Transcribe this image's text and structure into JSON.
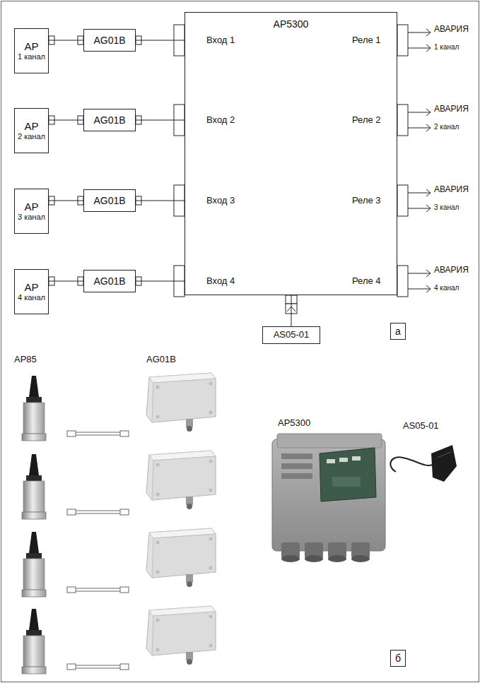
{
  "diagram": {
    "nodes": [
      {
        "text": [
          "AP",
          "1 канал"
        ]
      },
      {
        "text": [
          "AG01B"
        ]
      },
      {
        "text": [
          "AP5300",
          "Вход 1",
          "Реле 1",
          "Вход 2",
          "Реле 2",
          "Вход 3",
          "Реле 3",
          "Вход 4",
          "Реле 4"
        ]
      },
      {
        "text": [
          "AP",
          "2 канал"
        ]
      },
      {
        "text": [
          "AG01B"
        ]
      },
      {
        "text": [
          "AP",
          "3 канал"
        ]
      },
      {
        "text": [
          "AG01B"
        ]
      },
      {
        "text": [
          "AP",
          "4 канал"
        ]
      },
      {
        "text": [
          "AG01B"
        ]
      },
      {
        "text": [
          "AS05-01"
        ]
      },
      {
        "text": [
          "а"
        ]
      },
      {
        "text": [
          "б"
        ]
      }
    ],
    "edges": [
      {
        "from": 0,
        "to": 1,
        "arrow": "none"
      },
      {
        "from": 1,
        "to": 2,
        "arrow": "none"
      },
      {
        "from": 3,
        "to": 4,
        "arrow": "none"
      },
      {
        "from": 4,
        "to": 2,
        "arrow": "none"
      },
      {
        "from": 5,
        "to": 6,
        "arrow": "none"
      },
      {
        "from": 6,
        "to": 2,
        "arrow": "none"
      },
      {
        "from": 7,
        "to": 8,
        "arrow": "none"
      },
      {
        "from": 8,
        "to": 2,
        "arrow": "none"
      },
      {
        "from": 9,
        "to": 2,
        "arrow": "none"
      }
    ],
    "labels": [
      "АВАРИЯ",
      "1 канал",
      "АВАРИЯ",
      "2 канал",
      "АВАРИЯ",
      "3 канал",
      "АВАРИЯ",
      "4 канал",
      "AP85",
      "AG01B",
      "AP5300",
      "AS05-01"
    ]
  }
}
